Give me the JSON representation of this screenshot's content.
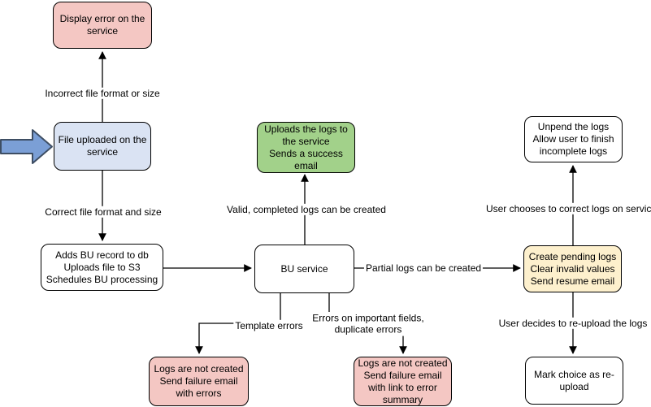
{
  "palette": {
    "line": "#000000",
    "pink-fill": "#f4c7c3",
    "blue-fill": "#dae3f3",
    "green-fill": "#a2d18a",
    "yellow-fill": "#fdf0cd",
    "white-fill": "#ffffff",
    "pointer-fill": "#7b9fd6",
    "pointer-stroke": "#3e4e63"
  },
  "nodes": {
    "display_error": {
      "text": "Display error on the\nservice",
      "color": "pink"
    },
    "file_uploaded": {
      "text": "File uploaded on the\nservice",
      "color": "blue"
    },
    "adds_bu": {
      "text": "Adds BU record to db\nUploads file to S3\nSchedules BU processing",
      "color": "white"
    },
    "bu_service": {
      "text": "BU service",
      "color": "white"
    },
    "uploads_logs": {
      "text": "Uploads the logs to\nthe service\nSends a success\nemail",
      "color": "green"
    },
    "unpend_logs": {
      "text": "Unpend the logs\nAllow user to finish\nincomplete logs",
      "color": "white"
    },
    "create_pending": {
      "text": "Create pending logs\nClear invalid values\nSend resume email",
      "color": "yellow"
    },
    "mark_choice": {
      "text": "Mark choice as re-\nupload",
      "color": "white"
    },
    "logs_failure_errors": {
      "text": "Logs are not created\nSend failure email\nwith errors",
      "color": "pink"
    },
    "logs_failure_summary": {
      "text": "Logs are not created\nSend failure email\nwith link to error\nsummary",
      "color": "pink"
    }
  },
  "edge_labels": {
    "incorrect": "Incorrect file format or size",
    "correct": "Correct file format and size",
    "valid": "Valid, completed logs can be created",
    "partial": "Partial logs can be created",
    "template": "Template errors",
    "important_fields": "Errors on important fields,\nduplicate errors",
    "user_correct": "User chooses to correct logs on service",
    "user_reupload": "User decides to re-upload the logs"
  }
}
